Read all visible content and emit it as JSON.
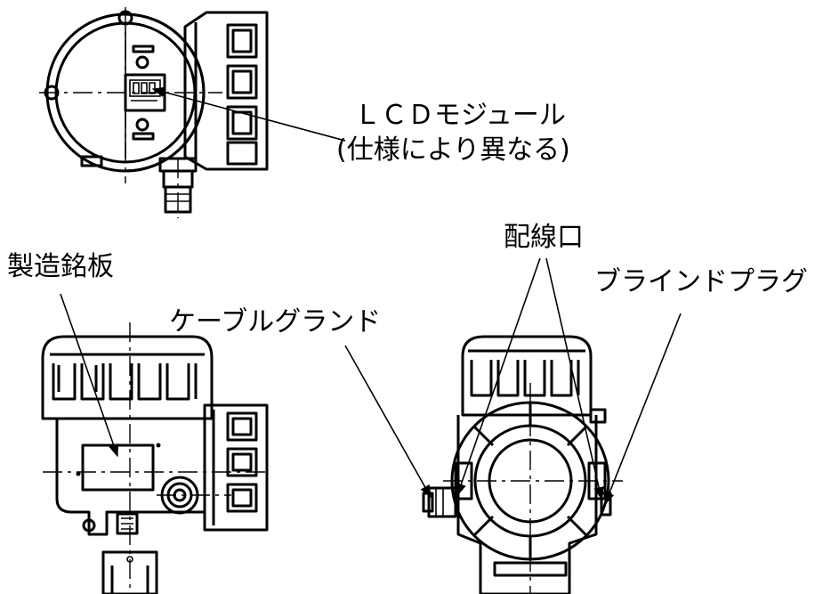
{
  "labels": {
    "lcd_module": "ＬＣＤモジュール",
    "lcd_note": "(仕様により異なる)",
    "nameplate": "製造銘板",
    "wiring_port": "配線口",
    "blind_plug": "ブラインドプラグ",
    "cable_gland": "ケーブルグランド"
  }
}
